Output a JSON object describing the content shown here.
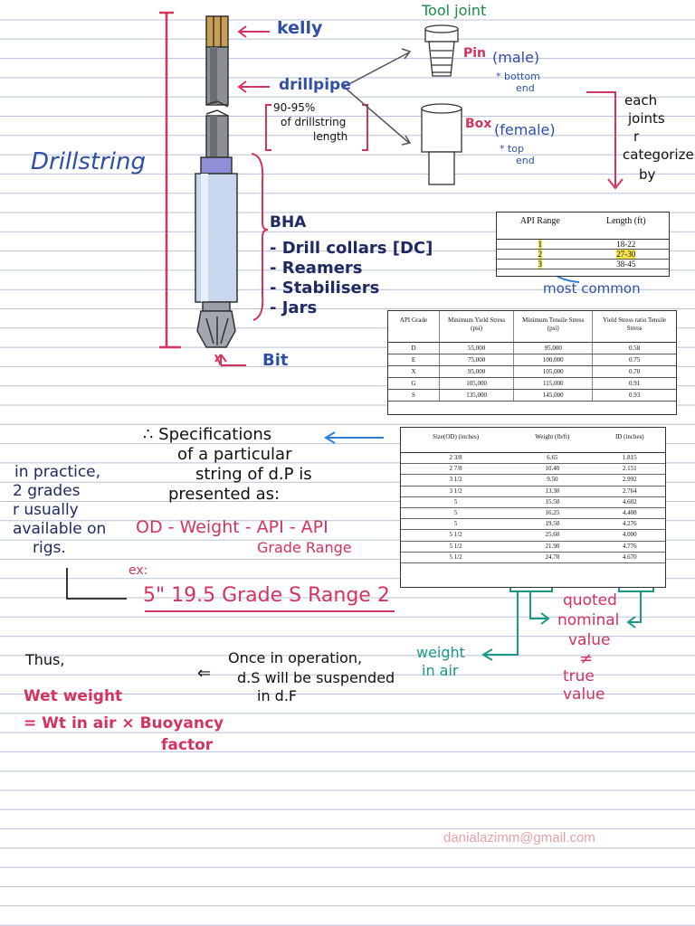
{
  "labels": {
    "tool_joint": "Tool joint",
    "kelly": "kelly",
    "drillpipe": "drillpipe",
    "pipe_pct": "90-95%",
    "pipe_of": "of drillstring",
    "pipe_length": "length",
    "pin": "Pin",
    "pin_male": "(male)",
    "pin_note1": "* bottom",
    "pin_note2": "end",
    "box": "Box",
    "box_female": "(female)",
    "box_note1": "* top",
    "box_note2": "end",
    "each1": "each",
    "each2": "joints",
    "each3": "r",
    "each4": "categorize",
    "each5": "by",
    "drillstring": "Drillstring",
    "bha": "BHA",
    "bha_items": [
      "- Drill collars [DC]",
      "- Reamers",
      "- Stabilisers",
      "- Jars"
    ],
    "bit": "Bit",
    "most_common": "most common"
  },
  "api_range_table": {
    "headers": [
      "API Range",
      "Length (ft)"
    ],
    "rows": [
      [
        "1",
        "18-22"
      ],
      [
        "2",
        "27-30"
      ],
      [
        "3",
        "38-45"
      ]
    ]
  },
  "grade_table": {
    "headers": [
      "API Grade",
      "Minimum Yield Stress (psi)",
      "Minimum Tensile Stress (psi)",
      "Yield Stress ratio Tensile Stress"
    ],
    "rows": [
      [
        "D",
        "55,000",
        "95,000",
        "0.58"
      ],
      [
        "E",
        "75,000",
        "100,000",
        "0.75"
      ],
      [
        "X",
        "95,000",
        "105,000",
        "0.70"
      ],
      [
        "G",
        "105,000",
        "115,000",
        "0.91"
      ],
      [
        "S",
        "135,000",
        "145,000",
        "0.93"
      ]
    ]
  },
  "size_table": {
    "headers": [
      "Size(OD) (inches)",
      "Weight (lb/ft)",
      "ID (inches)"
    ],
    "rows": [
      [
        "2 3/8",
        "6.65",
        "1.815"
      ],
      [
        "2 7/8",
        "10.40",
        "2.151"
      ],
      [
        "3 1/2",
        "9.50",
        "2.992"
      ],
      [
        "3 1/2",
        "13.30",
        "2.764"
      ],
      [
        "5",
        "15.50",
        "4.602"
      ],
      [
        "5",
        "16.25",
        "4.408"
      ],
      [
        "5",
        "19.50",
        "4.276"
      ],
      [
        "5 1/2",
        "25.60",
        "4.000"
      ],
      [
        "5 1/2",
        "21.90",
        "4.776"
      ],
      [
        "5 1/2",
        "24.70",
        "4.670"
      ]
    ]
  },
  "notes": {
    "spec1": "∴ Specifications",
    "spec2": "of a particular",
    "spec3": "string of d.P is",
    "spec4": "presented as:",
    "practice1": "in practice,",
    "practice2": "2 grades",
    "practice3": "r usually",
    "practice4": "available on",
    "practice5": "rigs.",
    "formula": "OD - Weight - API - API",
    "formula2": "Grade Range",
    "ex": "ex:",
    "example": "5\" 19.5 Grade S Range 2",
    "quoted1": "quoted",
    "quoted2": "nominal",
    "quoted3": "value",
    "neq": "≠",
    "true1": "true",
    "true2": "value",
    "weight_air1": "weight",
    "weight_air2": "in air",
    "thus": "Thus,",
    "operation1": "Once in operation,",
    "operation2": "d.S will be suspended",
    "operation3": "in d.F",
    "implies": "⇐",
    "wet1": "Wet weight",
    "wet2": "= Wt in air × Buoyancy",
    "wet3": "factor"
  },
  "footer": {
    "email": "danialazimm@gmail.com"
  }
}
